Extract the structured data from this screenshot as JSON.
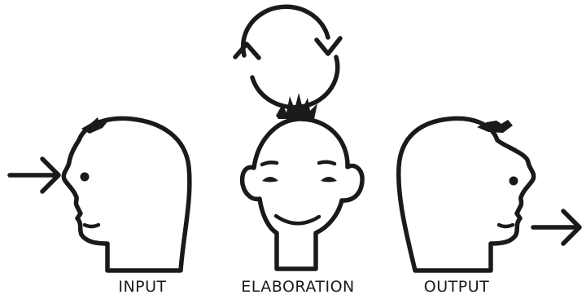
{
  "labels": {
    "input": "INPUT",
    "elaboration": "ELABORATION",
    "output": "OUTPUT"
  },
  "icons": {
    "input_arrow": "right-arrow-icon",
    "cycle": "cycle-arrows-icon",
    "output_arrow": "right-arrow-icon"
  },
  "colors": {
    "ink": "#1a1a1a",
    "background": "#ffffff"
  }
}
